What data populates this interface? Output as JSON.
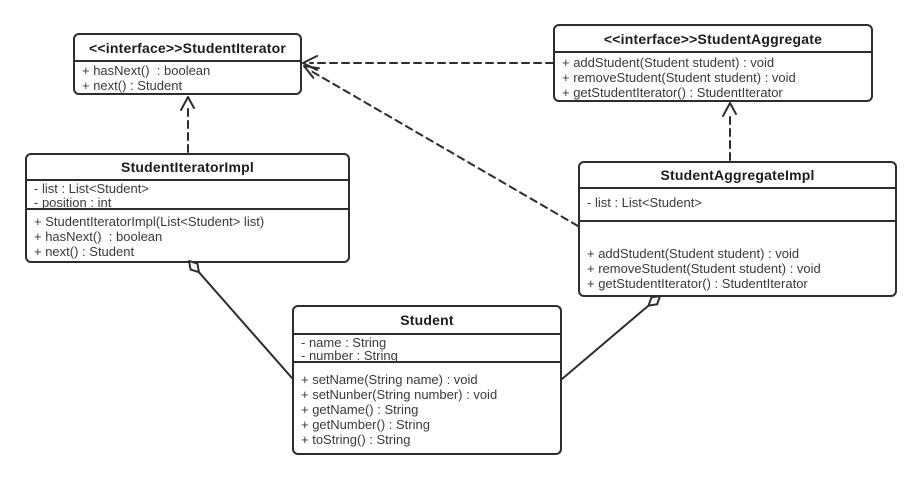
{
  "diagram": {
    "background_color": "#ffffff",
    "stroke_color": "#2d2d2d",
    "text_color": "#3a3a3a",
    "classes": [
      {
        "id": "student-iterator",
        "stereotype": "interface",
        "title": "<<interface>>StudentIterator",
        "attributes": [],
        "methods": [
          "+ hasNext()  : boolean",
          "+ next() : Student"
        ]
      },
      {
        "id": "student-aggregate",
        "stereotype": "interface",
        "title": "<<interface>>StudentAggregate",
        "attributes": [],
        "methods": [
          "+ addStudent(Student student) : void",
          "+ removeStudent(Student student) : void",
          "+ getStudentIterator() : StudentIterator"
        ]
      },
      {
        "id": "student-iterator-impl",
        "stereotype": "class",
        "title": "StudentIteratorImpl",
        "attributes": [
          "- list : List<Student>",
          "- position : int"
        ],
        "methods": [
          "+ StudentIteratorImpl(List<Student> list)",
          "+ hasNext()  : boolean",
          "+ next() : Student"
        ]
      },
      {
        "id": "student-aggregate-impl",
        "stereotype": "class",
        "title": "StudentAggregateImpl",
        "attributes": [
          "- list : List<Student>"
        ],
        "methods": [
          "+ addStudent(Student student) : void",
          "+ removeStudent(Student student) : void",
          "+ getStudentIterator() : StudentIterator"
        ]
      },
      {
        "id": "student",
        "stereotype": "class",
        "title": "Student",
        "attributes": [
          "- name : String",
          "- number : String"
        ],
        "methods": [
          "+ setName(String name) : void",
          "+ setNunber(String number) : void",
          "+ getName() : String",
          "+ getNumber() : String",
          "+ toString() : String"
        ]
      }
    ],
    "relationships": [
      {
        "type": "realization",
        "from": "StudentIteratorImpl",
        "to": "StudentIterator",
        "line": "dashed",
        "arrow": "open"
      },
      {
        "type": "realization",
        "from": "StudentAggregateImpl",
        "to": "StudentAggregate",
        "line": "dashed",
        "arrow": "open"
      },
      {
        "type": "dependency",
        "from": "StudentAggregate",
        "to": "StudentIterator",
        "line": "dashed",
        "arrow": "open"
      },
      {
        "type": "dependency",
        "from": "StudentAggregateImpl",
        "to": "StudentIterator",
        "line": "dashed",
        "arrow": "open"
      },
      {
        "type": "aggregation",
        "from": "StudentIteratorImpl",
        "to": "Student",
        "line": "solid",
        "arrow": "hollow-diamond"
      },
      {
        "type": "aggregation",
        "from": "StudentAggregateImpl",
        "to": "Student",
        "line": "solid",
        "arrow": "hollow-diamond"
      }
    ]
  }
}
